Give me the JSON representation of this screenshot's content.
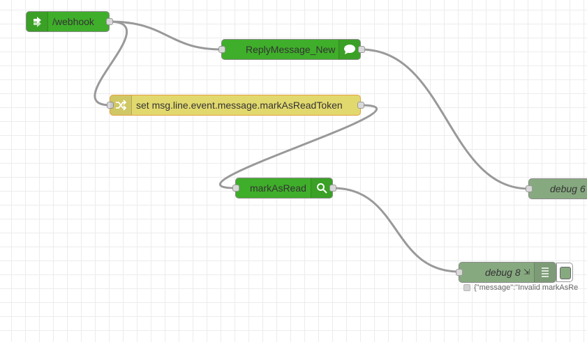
{
  "nodes": {
    "webhook": {
      "label": "/webhook",
      "icon": "arrow-in-icon"
    },
    "reply": {
      "label": "ReplyMessage_New",
      "icon": "chat-bubble-icon"
    },
    "change": {
      "label": "set msg.line.event.message.markAsReadToken",
      "icon": "shuffle-icon"
    },
    "mark_as_read": {
      "label": "markAsRead",
      "icon": "search-icon"
    },
    "debug6": {
      "label": "debug 6",
      "icon": "list-icon"
    },
    "debug8": {
      "label": "debug 8",
      "badge": "⇲",
      "icon": "list-icon",
      "status": "{\"message\":\"Invalid markAsRe"
    }
  },
  "colors": {
    "function_node": "#3fae2a",
    "change_node": "#e2d96e",
    "debug_node": "#87a980",
    "wire": "#999999",
    "grid": "#ececec"
  }
}
